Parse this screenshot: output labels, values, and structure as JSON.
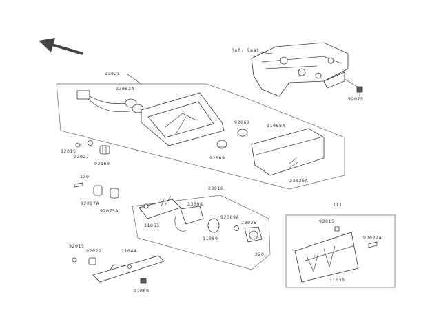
{
  "diagram": {
    "ref_label": "Ref. Seat",
    "labels": {
      "p23025": "23025",
      "p23062A": "23062A",
      "p92015_a": "92015",
      "p92027": "92027",
      "p92160": "92160",
      "p92069_a": "92069",
      "p11068A": "11068A",
      "p92069_b": "92069",
      "p23026A": "23026A",
      "p92075": "92075",
      "p130": "130",
      "p92027A": "92027A",
      "p92075A": "92075A",
      "p23016": "23016",
      "p23008": "23008",
      "p11063": "11063",
      "p92069A": "92069A",
      "p11009": "11009",
      "p23026": "23026",
      "p220": "220",
      "p92015_b": "92015",
      "p92022": "92022",
      "p11044": "11044",
      "p92009": "92009",
      "p111": "111",
      "p92015_c": "92015",
      "p92027A_b": "92027A",
      "p11036": "11036"
    }
  }
}
